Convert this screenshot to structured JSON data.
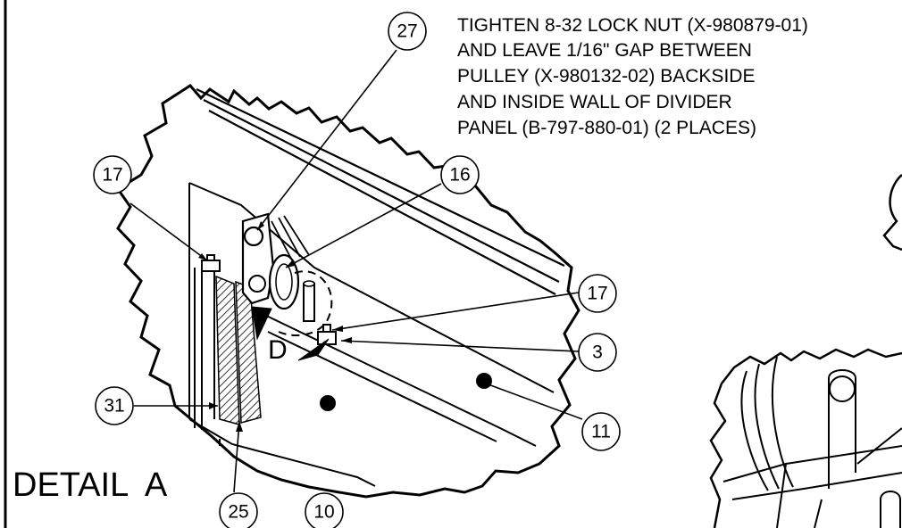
{
  "detail_title": "DETAIL  A",
  "note_lines": [
    "TIGHTEN 8-32 LOCK NUT (X-980879-01)",
    "AND LEAVE 1/16\" GAP BETWEEN",
    "PULLEY (X-980132-02) BACKSIDE",
    "AND INSIDE WALL OF DIVIDER",
    "PANEL (B-797-880-01) (2 PLACES)"
  ],
  "detail_letter": "D",
  "callouts": [
    {
      "id": "27",
      "label": "27"
    },
    {
      "id": "16",
      "label": "16"
    },
    {
      "id": "17a",
      "label": "17"
    },
    {
      "id": "17b",
      "label": "17"
    },
    {
      "id": "3",
      "label": "3"
    },
    {
      "id": "11",
      "label": "11"
    },
    {
      "id": "31",
      "label": "31"
    },
    {
      "id": "25",
      "label": "25"
    },
    {
      "id": "10",
      "label": "10"
    }
  ]
}
